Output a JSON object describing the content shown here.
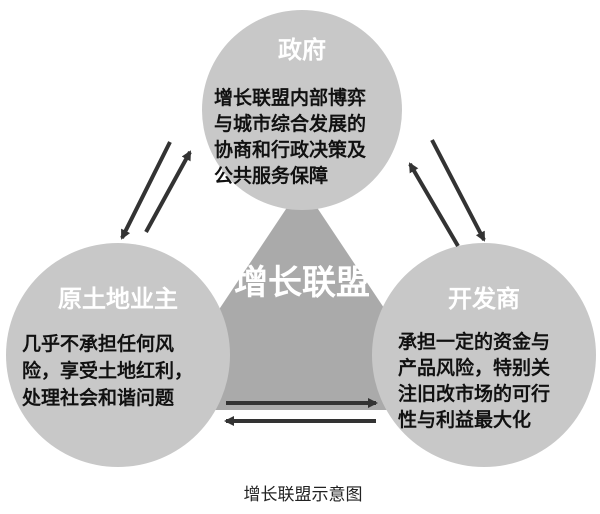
{
  "center": {
    "label": "增长联盟"
  },
  "nodes": {
    "government": {
      "title": "政府",
      "lines": [
        "增长联盟内部博弈",
        "与城市综合发展的",
        "协商和行政决策及",
        "公共服务保障"
      ]
    },
    "landowner": {
      "title": "原土地业主",
      "lines": [
        "几乎不承担任何风",
        "险，享受土地红利，",
        "处理社会和谐问题"
      ]
    },
    "developer": {
      "title": "开发商",
      "lines": [
        "承担一定的资金与",
        "产品风险，特别关",
        "注旧改市场的可行",
        "性与利益最大化"
      ]
    }
  },
  "caption": "增长联盟示意图",
  "colors": {
    "circle_fill": "#c8c8c8",
    "triangle_fill": "#aaaaaa",
    "arrow": "#333333",
    "title_text": "#ffffff",
    "body_text": "#111111"
  }
}
